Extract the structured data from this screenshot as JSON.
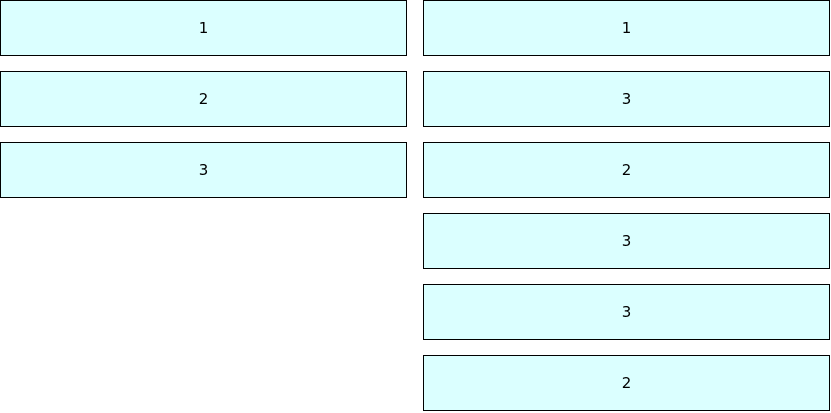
{
  "left_list": {
    "items": [
      "1",
      "2",
      "3"
    ]
  },
  "right_list": {
    "items": [
      "1",
      "3",
      "2",
      "3",
      "3",
      "2"
    ]
  },
  "colors": {
    "box_fill": "#dbffff",
    "box_border": "#000000",
    "text": "#000000"
  }
}
